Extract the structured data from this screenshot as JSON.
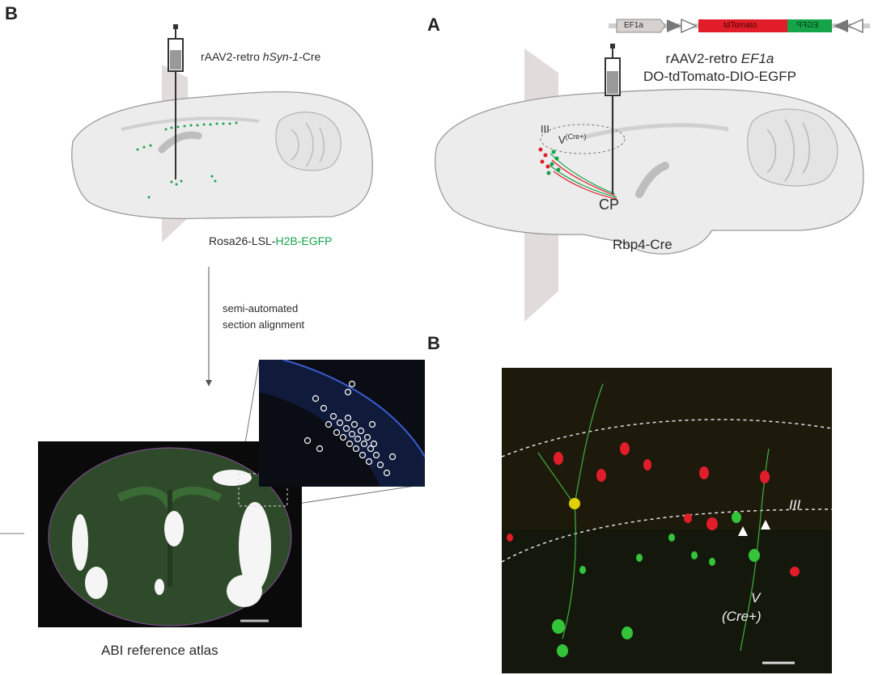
{
  "left": {
    "panel_letter": "B",
    "virus_prefix": "rAAV2-retro ",
    "virus_italic": "hSyn-1",
    "virus_suffix": "-Cre",
    "mouse_prefix": "Rosa26-LSL-",
    "mouse_green": "H2B-EGFP",
    "step_line1": "semi-automated",
    "step_line2": "section alignment",
    "atlas_caption": "ABI reference atlas"
  },
  "right": {
    "panel_letter_top": "A",
    "panel_letter_bottom": "B",
    "construct": {
      "promoter": "EF1a",
      "gene1": "tdTomato",
      "gene2": "EGFP"
    },
    "virus_line1_prefix": "rAAV2-retro ",
    "virus_line1_italic": "EF1a",
    "virus_line2": "DO-tdTomato-DIO-EGFP",
    "layer_III": "III",
    "layer_V": "V",
    "layer_V_sup": "(Cre+)",
    "cp_label": "CP",
    "mouse_line": "Rbp4-Cre",
    "micro_layer_III": "III",
    "micro_layer_V": "V",
    "micro_cre": "(Cre+)"
  },
  "colors": {
    "tdtomato": "#e11d2a",
    "egfp": "#16a34a",
    "brain_fill": "#ececec",
    "plane": "#b9aaa8"
  }
}
